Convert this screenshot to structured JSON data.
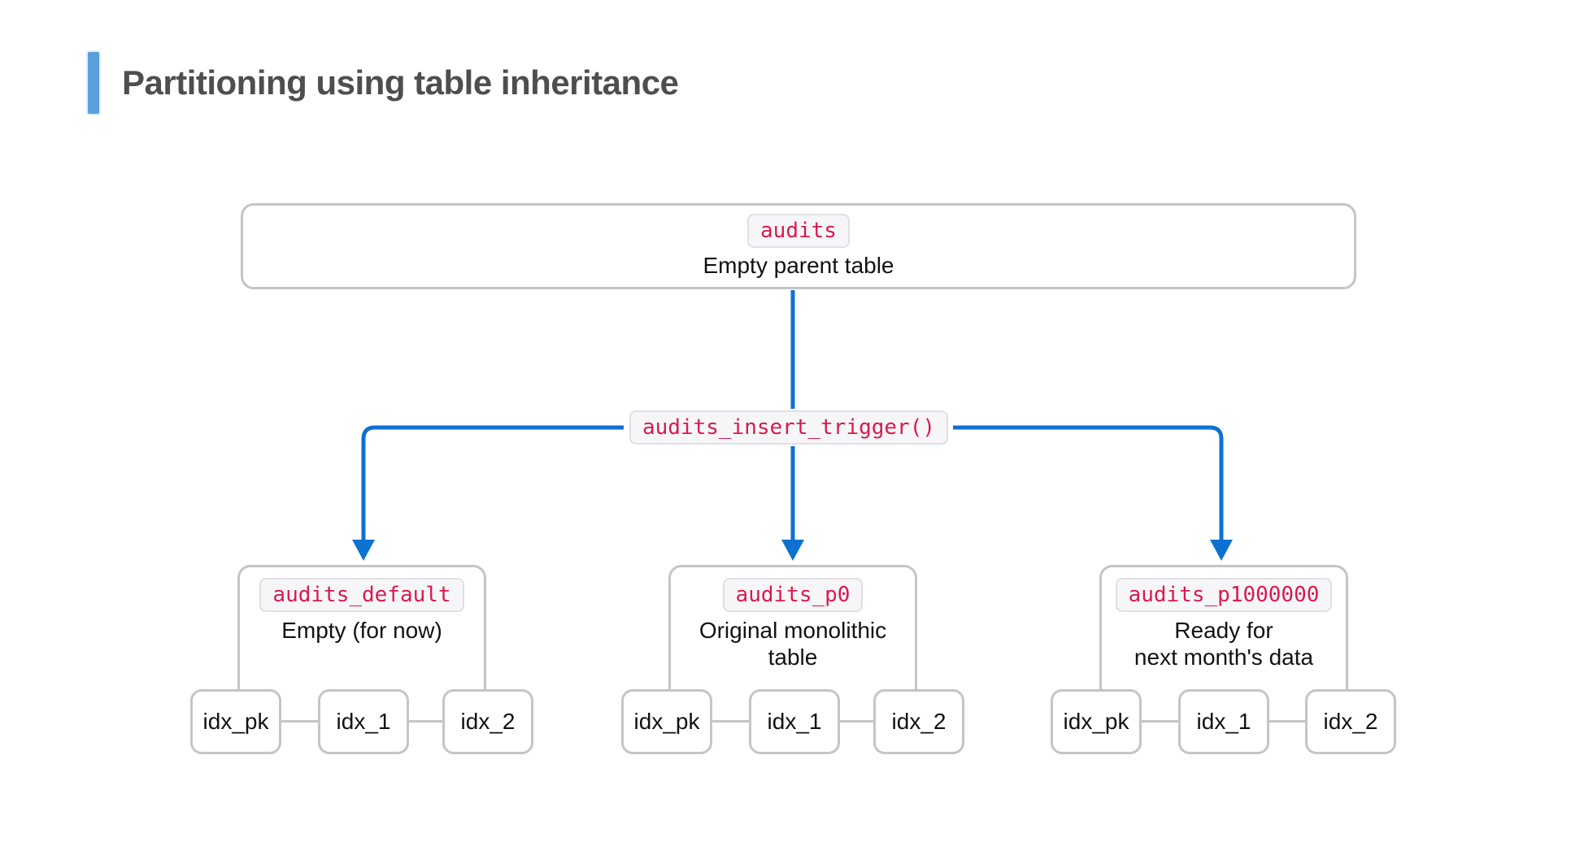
{
  "page": {
    "title": "Partitioning using table inheritance"
  },
  "colors": {
    "accent_blue": "#5a9fdb",
    "arrow_blue": "#0d71cf",
    "code_red": "#d91a4f",
    "border_gray": "#c5c5c7",
    "chip_bg": "#f6f6f8",
    "title_gray": "#4e4e50"
  },
  "diagram": {
    "parent": {
      "code": "audits",
      "desc": "Empty parent table"
    },
    "trigger": {
      "code": "audits_insert_trigger()"
    },
    "partitions": [
      {
        "code": "audits_default",
        "desc": "Empty (for now)",
        "indexes": [
          "idx_pk",
          "idx_1",
          "idx_2"
        ]
      },
      {
        "code": "audits_p0",
        "desc": "Original monolithic\ntable",
        "indexes": [
          "idx_pk",
          "idx_1",
          "idx_2"
        ]
      },
      {
        "code": "audits_p1000000",
        "desc": "Ready for\nnext month's data",
        "indexes": [
          "idx_pk",
          "idx_1",
          "idx_2"
        ]
      }
    ]
  }
}
